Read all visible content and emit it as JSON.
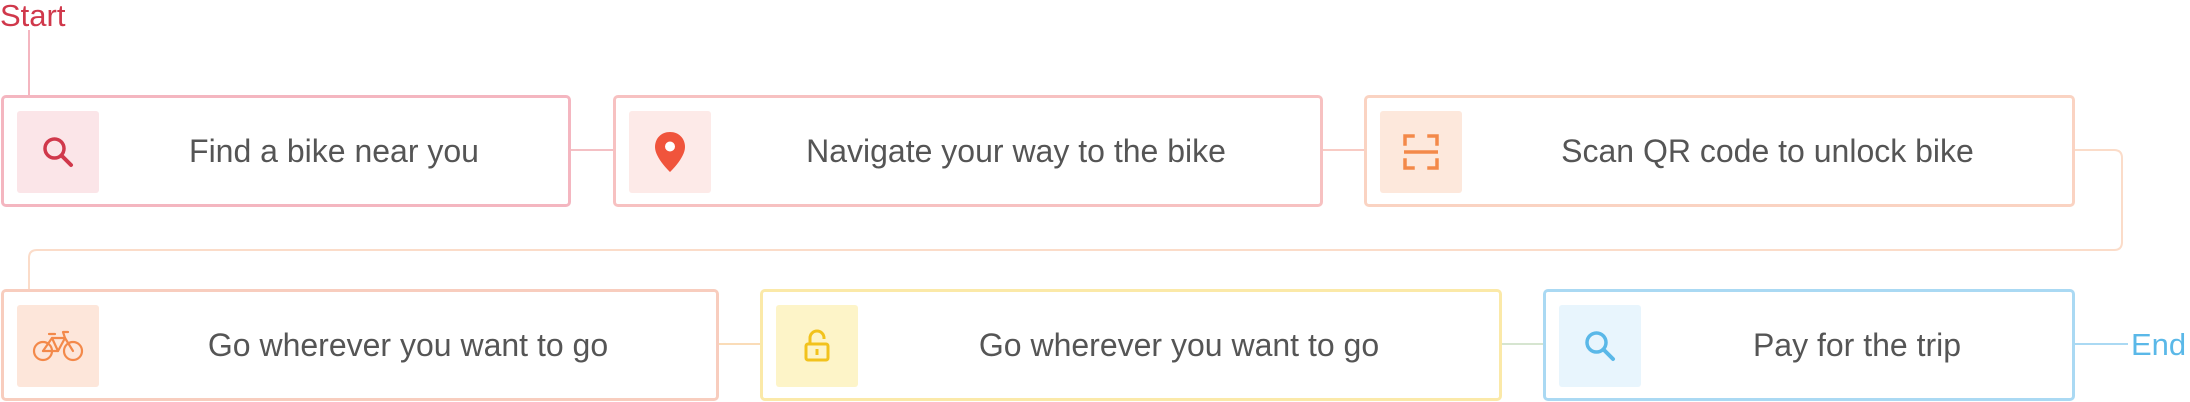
{
  "flow": {
    "start_label": "Start",
    "end_label": "End",
    "steps": [
      {
        "label": "Find a bike near you",
        "icon": "search-icon",
        "accent": "#d0384b"
      },
      {
        "label": "Navigate your way to the bike",
        "icon": "map-pin-icon",
        "accent": "#f0543c"
      },
      {
        "label": "Scan QR code to unlock bike",
        "icon": "scan-icon",
        "accent": "#f3894a"
      },
      {
        "label": "Go wherever you want to go",
        "icon": "bike-icon",
        "accent": "#f3894a"
      },
      {
        "label": "Go wherever you want to go",
        "icon": "unlock-icon",
        "accent": "#f2c21c"
      },
      {
        "label": "Pay for the trip",
        "icon": "search-icon",
        "accent": "#5ab8e8"
      }
    ]
  }
}
